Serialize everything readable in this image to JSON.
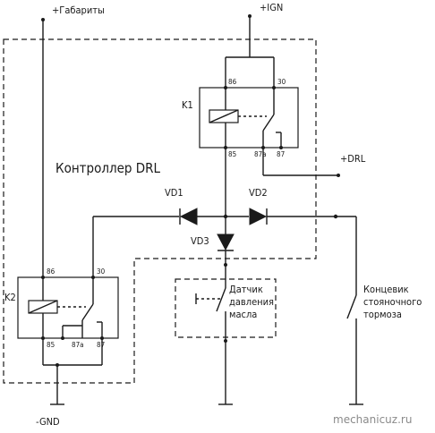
{
  "labels": {
    "gabarity": "+Габариты",
    "ign": "+IGN",
    "drl_out": "+DRL",
    "gnd": "-GND",
    "controller": "Контроллер DRL",
    "k1": "K1",
    "k2": "K2",
    "vd1": "VD1",
    "vd2": "VD2",
    "vd3": "VD3",
    "oil_sensor_1": "Датчик",
    "oil_sensor_2": "давления",
    "oil_sensor_3": "масла",
    "brake_switch_1": "Концевик",
    "brake_switch_2": "стояночного",
    "brake_switch_3": "тормоза",
    "k1_pin86": "86",
    "k1_pin30": "30",
    "k1_pin85": "85",
    "k1_pin87a": "87a",
    "k1_pin87": "87",
    "k2_pin86": "86",
    "k2_pin30": "30",
    "k2_pin85": "85",
    "k2_pin87a": "87a",
    "k2_pin87": "87"
  },
  "watermark": "mechanicuz.ru",
  "colors": {
    "line": "#1a1a1a",
    "background": "#ffffff",
    "watermark": "#8a8a8a"
  }
}
